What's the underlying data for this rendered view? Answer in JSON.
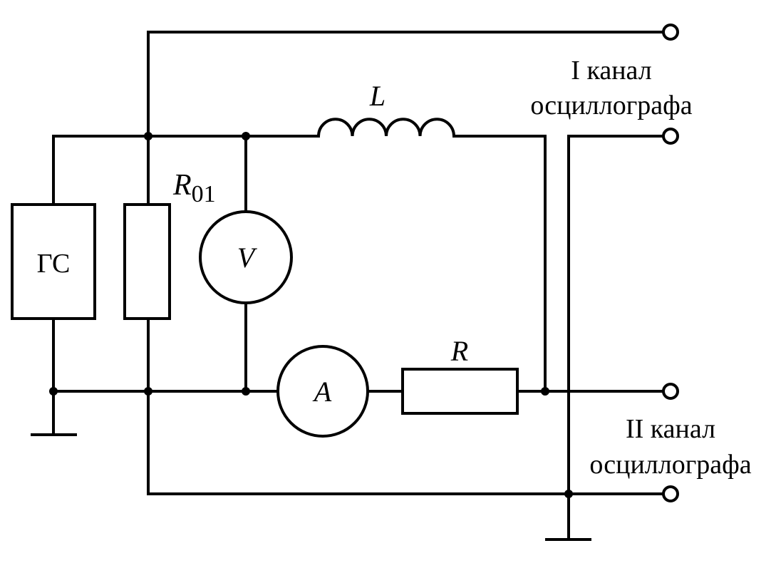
{
  "labels": {
    "generator": "ГС",
    "resistor_r01_letter": "R",
    "resistor_r01_sub": "01",
    "voltmeter": "V",
    "ammeter": "A",
    "inductor": "L",
    "resistor_r": "R",
    "channel1_line1": "I канал",
    "channel1_line2": "осциллографа",
    "channel2_line1": "II канал",
    "channel2_line2": "осциллографа"
  },
  "colors": {
    "line": "#000000",
    "background": "#ffffff"
  }
}
